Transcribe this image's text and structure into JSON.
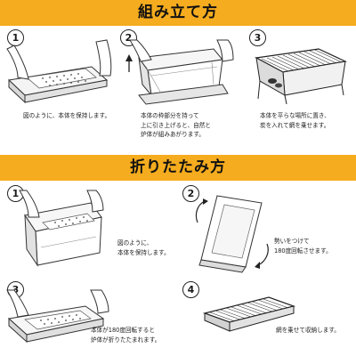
{
  "sections": [
    {
      "title": "組み立て方",
      "steps": [
        {
          "number": "1",
          "caption": "図のように、本体を保持します。"
        },
        {
          "number": "2",
          "caption": "本体の枠部分を持って\n上に引き上げると、自然と\n炉体が組みあがります。"
        },
        {
          "number": "3",
          "caption": "本体を平らな場所に置き、\n炭を入れて網を乗せます。"
        }
      ]
    },
    {
      "title": "折りたたみ方",
      "steps": [
        {
          "number": "1",
          "caption": "図のように、\n本体を保持します。"
        },
        {
          "number": "2",
          "caption": "勢いをつけて\n180度回転させます。"
        },
        {
          "number": "3",
          "caption": "本体が180度回転すると\n炉体が折りたたまれます。"
        },
        {
          "number": "4",
          "caption": "網を乗せて収納します。"
        }
      ]
    }
  ],
  "icons": [
    "hand-icon",
    "arrow-up-icon",
    "rotate-arrow-icon",
    "grill-icon"
  ]
}
